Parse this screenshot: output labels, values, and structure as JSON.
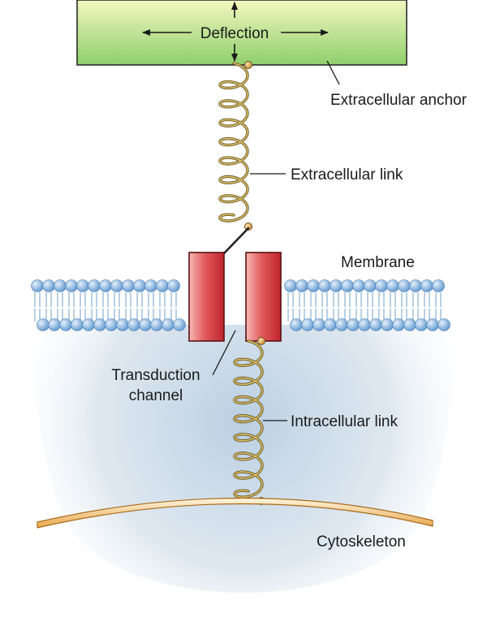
{
  "labels": {
    "deflection": "Deflection",
    "extracellular_anchor": "Extracellular anchor",
    "extracellular_link": "Extracellular link",
    "membrane": "Membrane",
    "transduction_channel_line1": "Transduction",
    "transduction_channel_line2": "channel",
    "intracellular_link": "Intracellular link",
    "cytoskeleton": "Cytoskeleton"
  },
  "colors": {
    "anchor_top": "#f2f7bf",
    "anchor_bottom": "#8fcf6c",
    "spring": "#c9ad55",
    "spring_dark": "#6b5620",
    "bead": "#e9a24c",
    "channel_light": "#f7b9b6",
    "channel_dark": "#c0252b",
    "lipid_head_light": "#e4f0fb",
    "lipid_head_dark": "#5f97cf",
    "lipid_tail": "#9bbbd8",
    "cytoplasm": "#b7cde1",
    "cytoskeleton_light": "#fff6de",
    "cytoskeleton_dark": "#e9a64c"
  }
}
